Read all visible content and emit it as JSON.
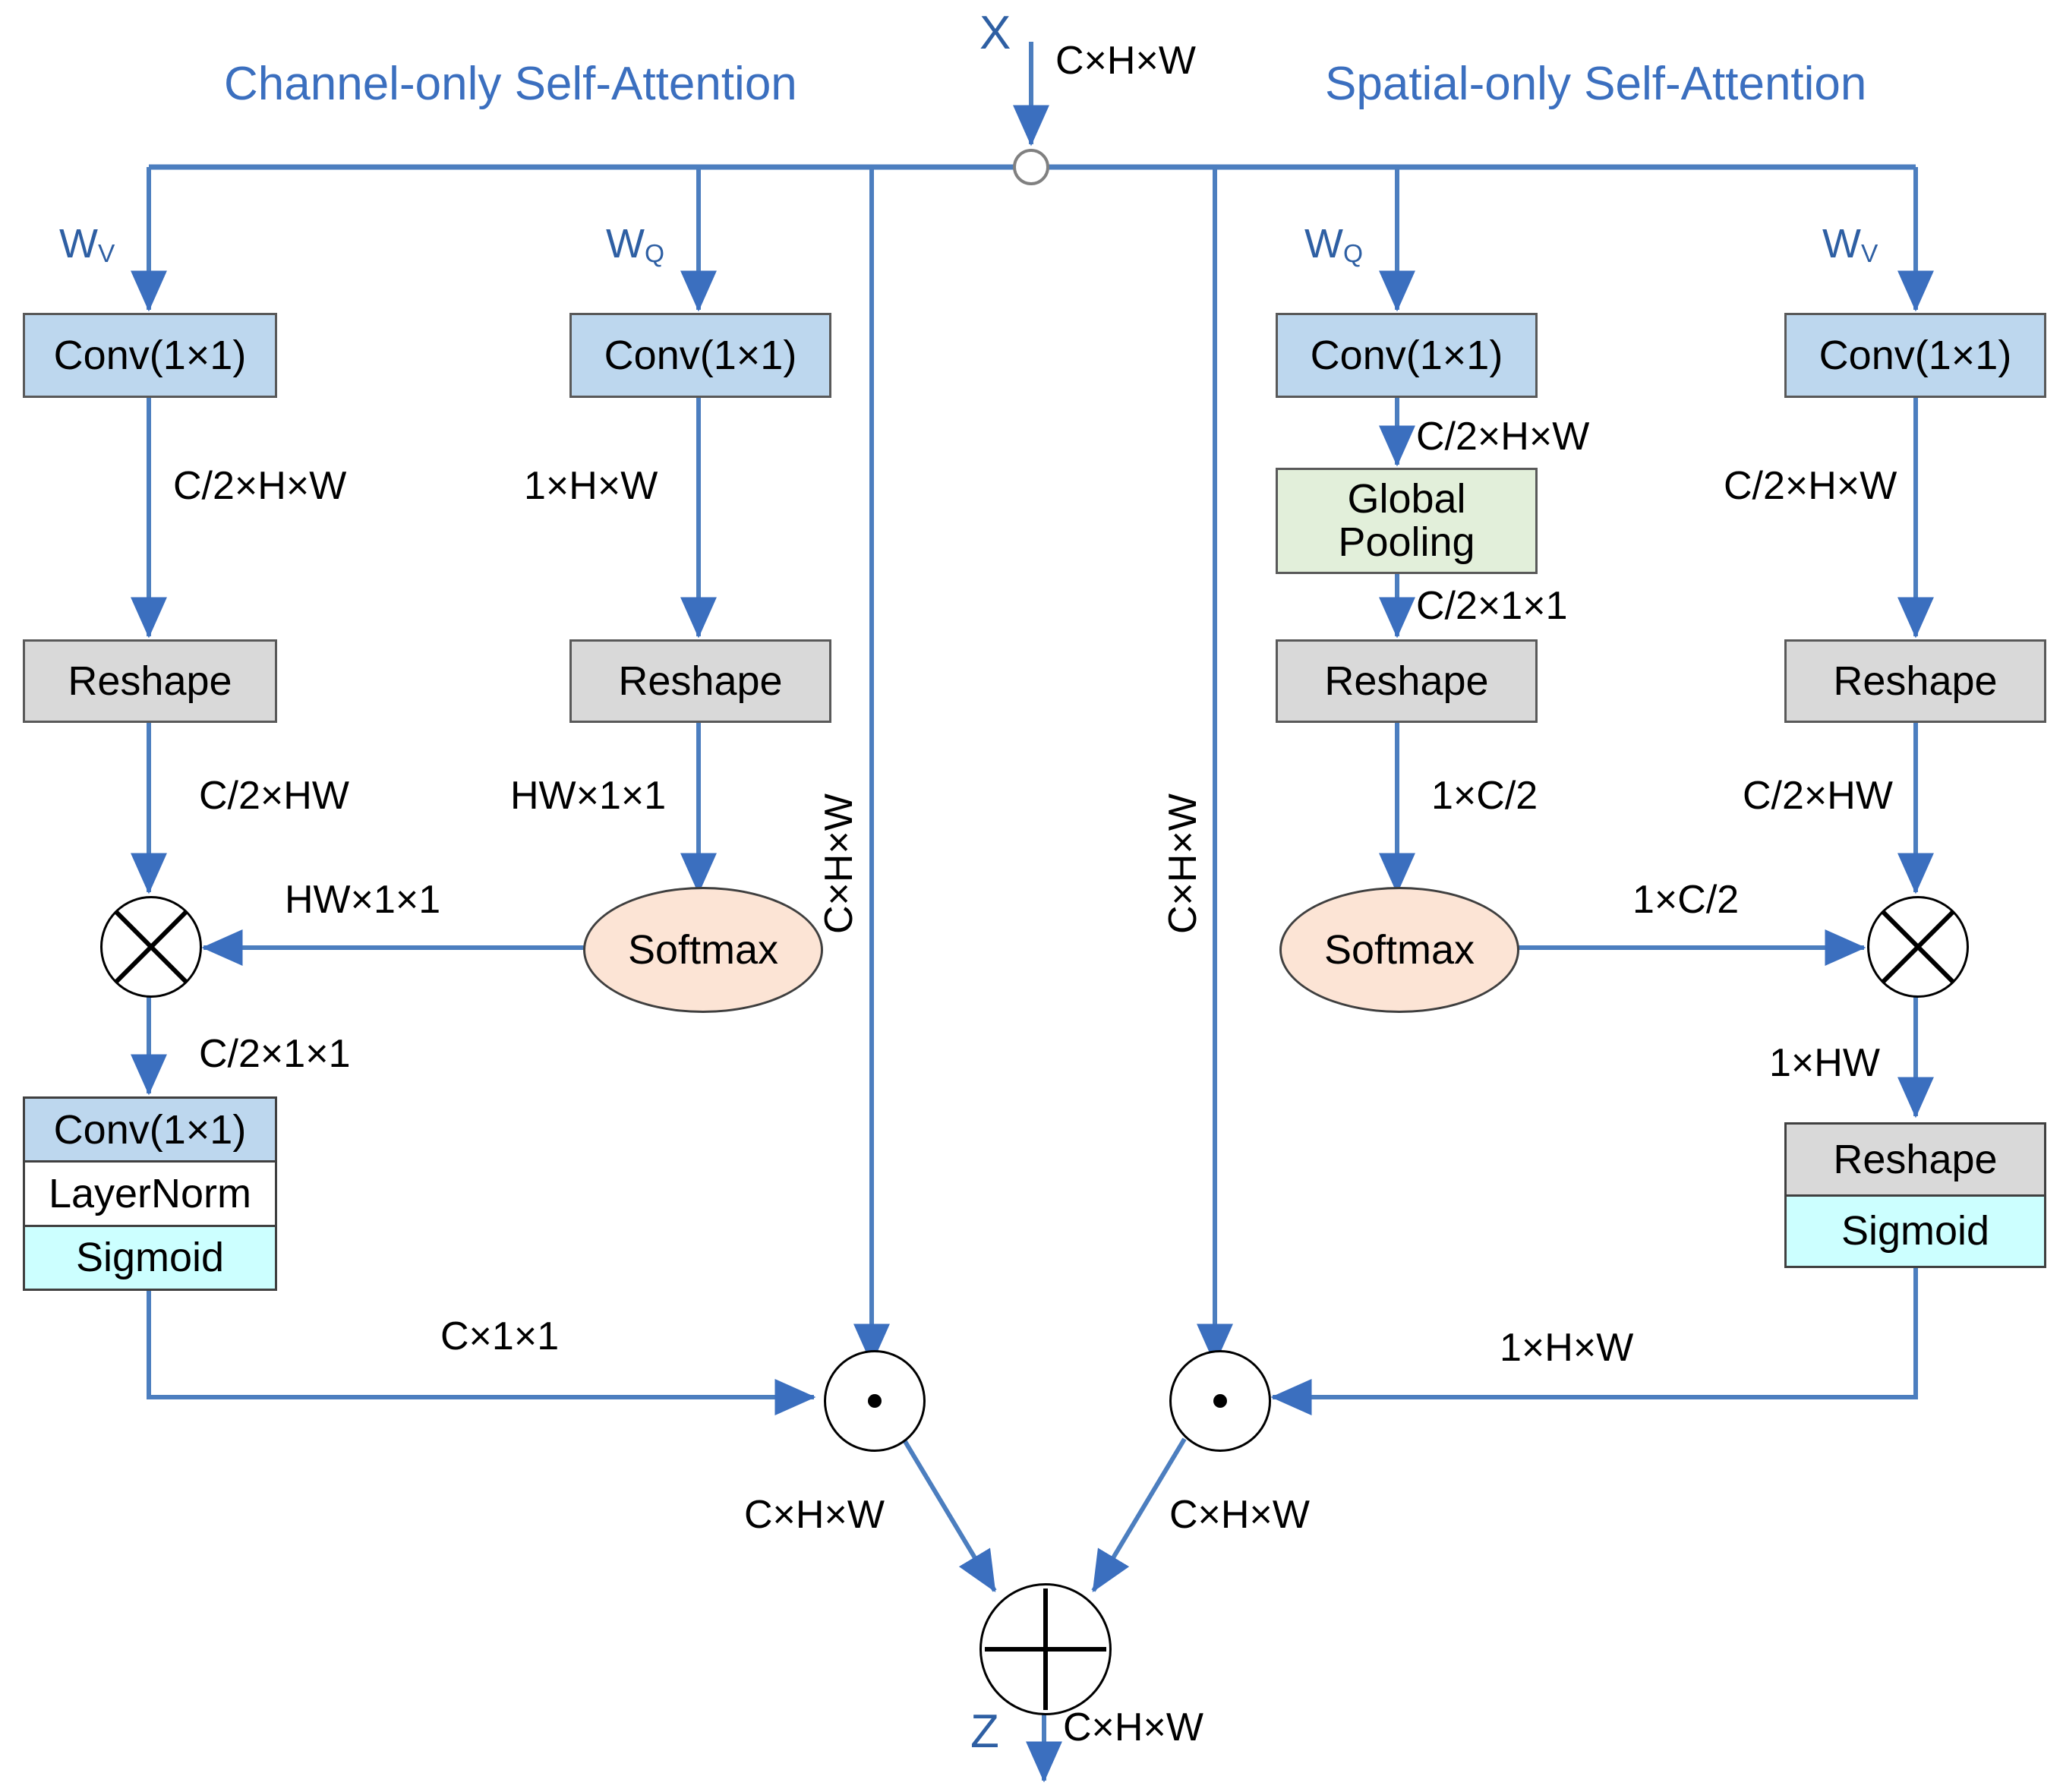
{
  "diagram": {
    "titles": {
      "left": "Channel-only Self-Attention",
      "right": "Spatial-only Self-Attention"
    },
    "io": {
      "input_symbol": "X",
      "input_shape": "C×H×W",
      "output_symbol": "Z",
      "output_shape": "C×H×W"
    },
    "weights": {
      "wv_left": "W",
      "wv_left_sub": "V",
      "wq_left": "W",
      "wq_left_sub": "Q",
      "wq_right": "W",
      "wq_right_sub": "Q",
      "wv_right": "W",
      "wv_right_sub": "V"
    },
    "blocks": {
      "conv": "Conv(1×1)",
      "reshape": "Reshape",
      "global_pooling": "Global\nPooling",
      "global_pooling_line1": "Global",
      "global_pooling_line2": "Pooling",
      "layernorm": "LayerNorm",
      "sigmoid": "Sigmoid",
      "softmax": "Softmax"
    },
    "ops": {
      "multiply": "⊗",
      "elementwise": "·",
      "add": "⊕"
    },
    "edge_labels": {
      "l1_conv_to_reshape": "C/2×H×W",
      "l2_conv_to_reshape": "1×H×W",
      "l1_reshape_to_mul": "C/2×HW",
      "l2_reshape_to_softmax": "HW×1×1",
      "l_softmax_to_mul": "HW×1×1",
      "l_mul_to_convstack": "C/2×1×1",
      "l_sigmoid_to_dot": "C×1×1",
      "skip_left": "C×H×W",
      "skip_right": "C×H×W",
      "r1_conv_to_gpool": "C/2×H×W",
      "r1_gpool_to_reshape": "C/2×1×1",
      "r1_reshape_to_softmax": "1×C/2",
      "r_softmax_to_mul": "1×C/2",
      "r2_conv_to_reshape": "C/2×H×W",
      "r2_reshape_to_mul": "C/2×HW",
      "r_mul_to_reshape": "1×HW",
      "r_sigmoid_to_dot": "1×H×W",
      "dot_left_to_add": "C×H×W",
      "dot_right_to_add": "C×H×W",
      "add_to_out": "C×H×W"
    },
    "colors": {
      "conv_fill": "#bdd7ee",
      "reshape_fill": "#d9d9d9",
      "pooling_fill": "#e2efda",
      "sigmoid_fill": "#ccffff",
      "softmax_fill": "#fce4d5",
      "wire": "#4c7ebf",
      "title_text": "#3b6fbf",
      "symbol_text": "#2e5fa3"
    }
  }
}
